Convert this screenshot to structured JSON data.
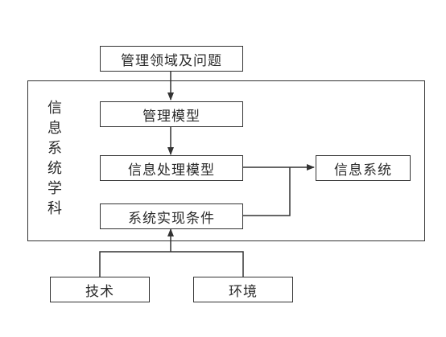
{
  "diagram": {
    "boxes": {
      "management_domain": "管理领域及问题",
      "management_model": "管理模型",
      "info_processing_model": "信息处理模型",
      "info_system": "信息系统",
      "implementation_conditions": "系统实现条件",
      "technology": "技术",
      "environment": "环境"
    },
    "discipline_label": "信息系统学科"
  }
}
